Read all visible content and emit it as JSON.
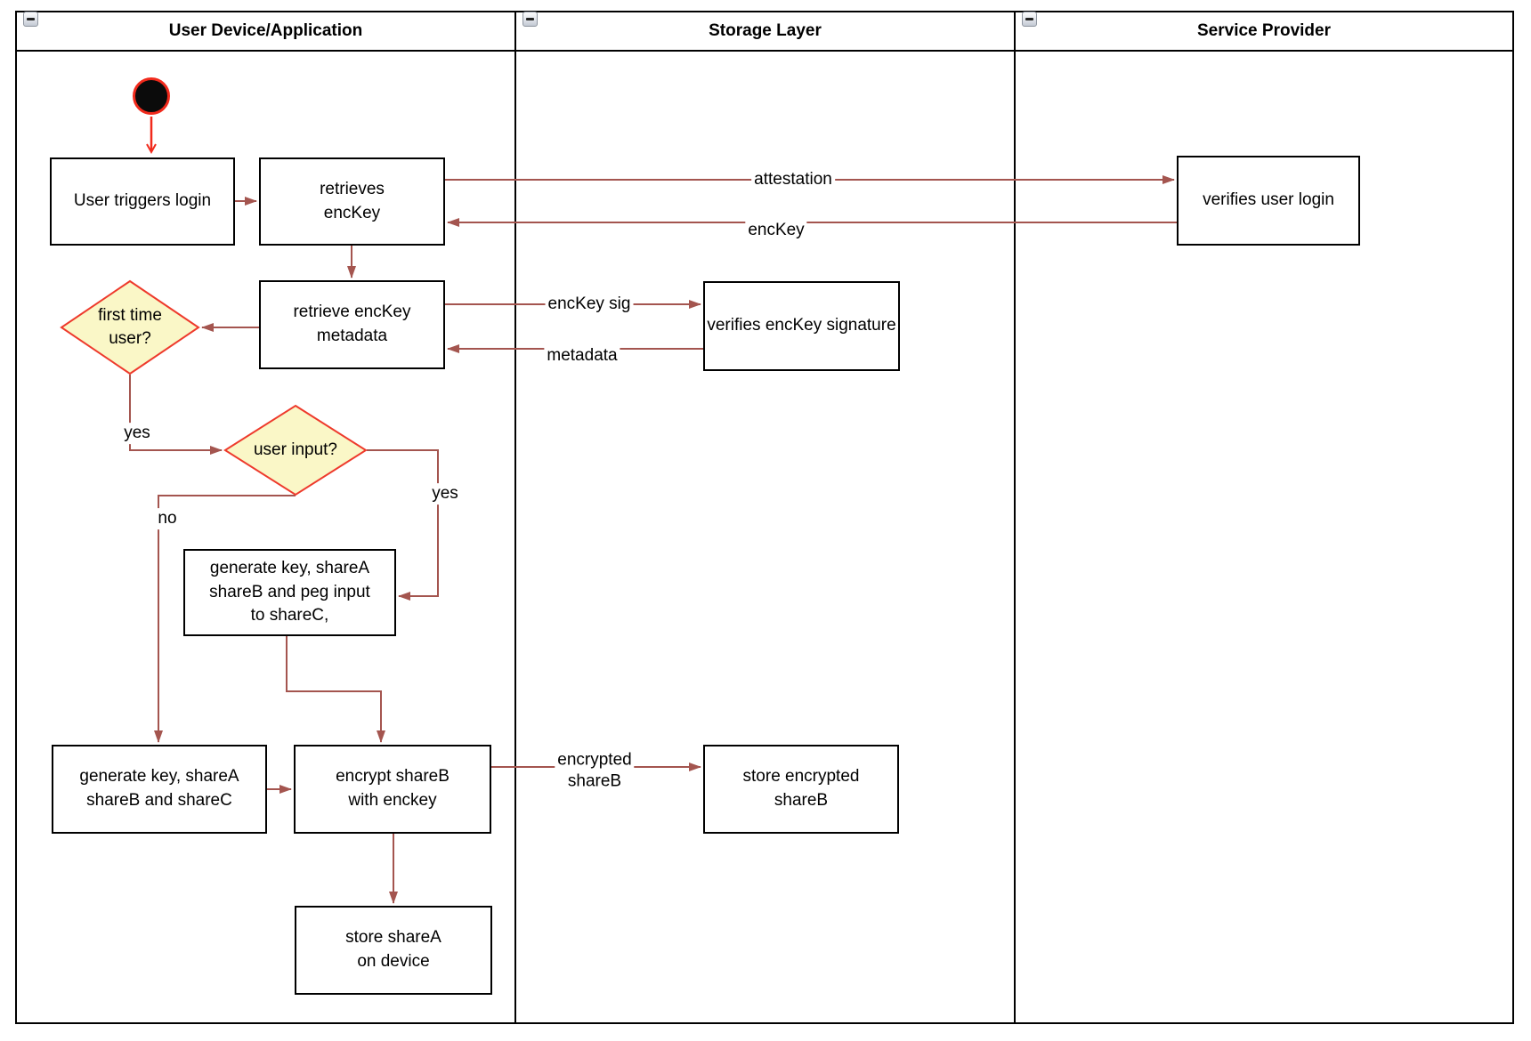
{
  "colors": {
    "arrow": "#A4554F",
    "start_red": "#F12A1C",
    "diamond_fill": "#FAF7C7",
    "diamond_border": "#EE3A2C"
  },
  "icons": {
    "collapse_minus": "minus-in-square"
  },
  "lanes": [
    {
      "title": "User Device/Application"
    },
    {
      "title": "Storage Layer"
    },
    {
      "title": "Service Provider"
    }
  ],
  "nodes": {
    "user_triggers_login": "User triggers login",
    "retrieves_enckey": "retrieves\nencKey",
    "verifies_user_login": "verifies user login",
    "retrieve_enckey_metadata": "retrieve encKey\nmetadata",
    "verifies_enckey_signature": "verifies encKey signature",
    "first_time_user": "first time\nuser?",
    "user_input": "user input?",
    "generate_key_peg": "generate key, shareA\nshareB and peg input\nto shareC,",
    "generate_key_shares": "generate key, shareA\nshareB and shareC",
    "encrypt_shareb": "encrypt shareB\nwith enckey",
    "store_encrypted_shareb": "store encrypted\nshareB",
    "store_sharea": "store shareA\non device"
  },
  "edge_labels": {
    "attestation": "attestation",
    "enckey": "encKey",
    "enckey_sig": "encKey sig",
    "metadata": "metadata",
    "yes_first_time": "yes",
    "yes_user_input": "yes",
    "no_user_input": "no",
    "encrypted_shareb": "encrypted\nshareB"
  }
}
